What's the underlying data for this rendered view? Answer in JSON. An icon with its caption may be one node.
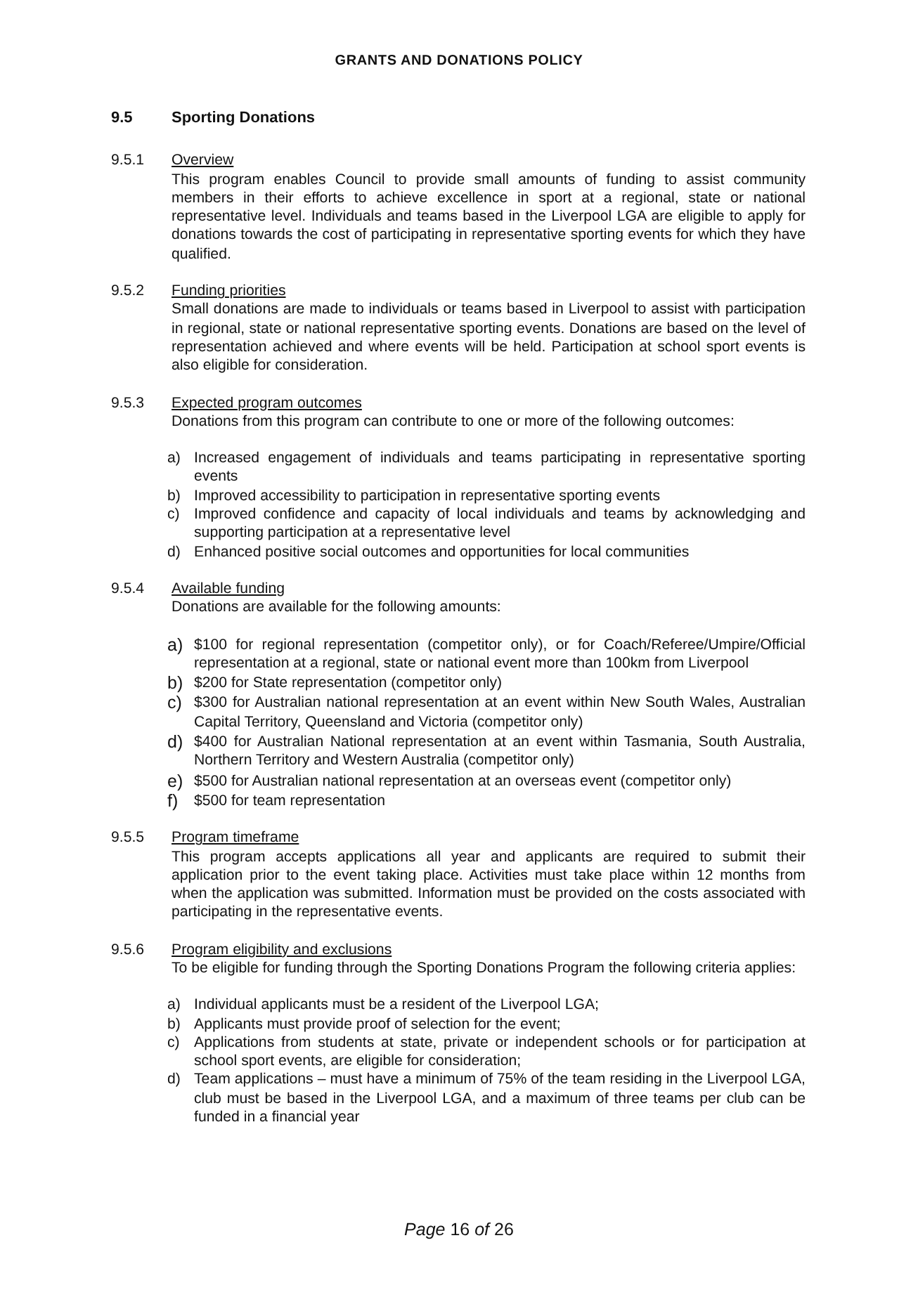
{
  "diagram": {
    "title": "GRANTS AND DONATIONS POLICY",
    "labels": [
      "9.5",
      "Sporting Donations",
      "9.5.1",
      "Overview",
      "This program enables Council to provide small amounts of funding to assist community members in their efforts to achieve excellence in sport at a regional, state or national representative level. Individuals and teams based in the Liverpool LGA are eligible to apply for donations towards the cost of participating in representative sporting events for which they have qualified.",
      "9.5.2",
      "Funding priorities",
      "Small donations are made to individuals or teams based in Liverpool to assist with participation in regional, state or national representative sporting events. Donations are based on the level of representation achieved and where events will be held. Participation at school sport events is also eligible for consideration.",
      "9.5.3",
      "Expected program outcomes",
      "Donations from this program can contribute to one or more of the following outcomes:",
      "a)",
      "Increased engagement of individuals and teams participating in representative sporting events",
      "b)",
      "Improved accessibility to participation in representative sporting events",
      "c)",
      "Improved confidence and capacity of local individuals and teams by acknowledging and supporting participation at a representative level",
      "d)",
      "Enhanced positive social outcomes and opportunities for local communities",
      "9.5.4",
      "Available funding",
      "Donations are available for the following amounts:",
      "a)",
      "$100 for regional representation (competitor only), or for Coach/Referee/Umpire/Official representation at a regional, state or national event more than 100km from Liverpool",
      "b)",
      "$200 for State representation (competitor only)",
      "c)",
      "$300 for Australian national representation at an event within New South Wales, Australian Capital Territory, Queensland and Victoria (competitor only)",
      "d)",
      "$400 for Australian National representation at an event within Tasmania, South Australia, Northern Territory and Western Australia (competitor only)",
      "e)",
      "$500 for Australian national representation at an overseas event (competitor only)",
      "f)",
      "$500 for team representation",
      "9.5.5",
      "Program timeframe",
      "This program accepts applications all year and applicants are required to submit their application prior to the event taking place. Activities must take place within 12 months from when the application was submitted. Information must be provided on the costs associated with participating in the representative events.",
      "9.5.6",
      "Program eligibility and exclusions",
      "To be eligible for funding through the Sporting Donations Program the following criteria applies:",
      "a)",
      "Individual applicants must be a resident of the Liverpool LGA;",
      "b)",
      "Applicants must provide proof of selection for the event;",
      "c)",
      "Applications from students at state, private or independent schools or for participation at school sport events, are eligible for consideration;",
      "d)",
      "Team applications – must have a minimum of 75% of the team residing in the Liverpool LGA, club must be based in the Liverpool LGA, and a maximum of three teams per club can be funded in a financial year",
      "*Page* 16 *of* 26"
    ]
  }
}
